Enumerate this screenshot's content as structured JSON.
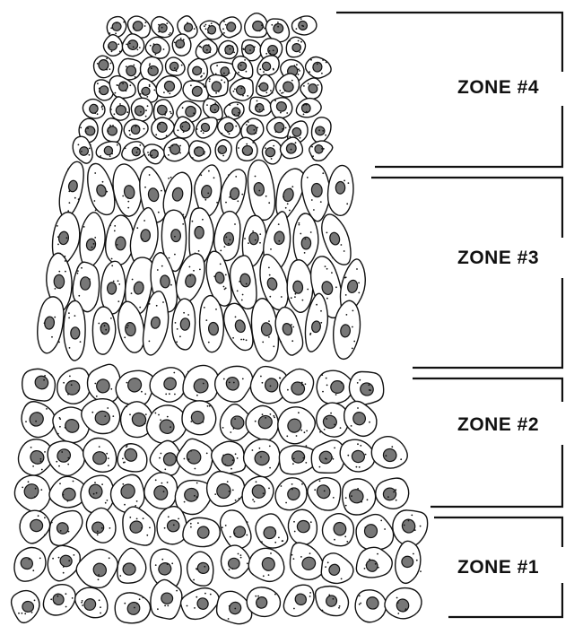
{
  "zones": [
    {
      "id": "zone4",
      "label": "ZONE #4"
    },
    {
      "id": "zone3",
      "label": "ZONE #3"
    },
    {
      "id": "zone2",
      "label": "ZONE #2"
    },
    {
      "id": "zone1",
      "label": "ZONE #1"
    }
  ]
}
